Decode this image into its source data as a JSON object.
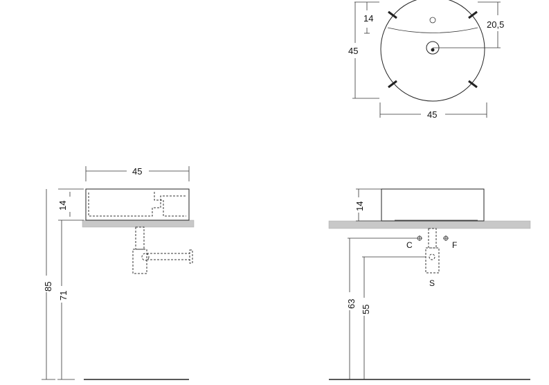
{
  "top_view": {
    "dim_depth_inner": "14",
    "dim_offset": "20,5",
    "dim_height": "45",
    "dim_width": "45"
  },
  "front_view": {
    "dim_width": "45",
    "dim_basin_height": "14",
    "dim_total_height": "85",
    "dim_counter_height": "71"
  },
  "side_view": {
    "dim_basin_height": "14",
    "dim_cold_inlet": "63",
    "dim_waste": "55",
    "label_cold": "C",
    "label_hot": "F",
    "label_waste": "S"
  }
}
